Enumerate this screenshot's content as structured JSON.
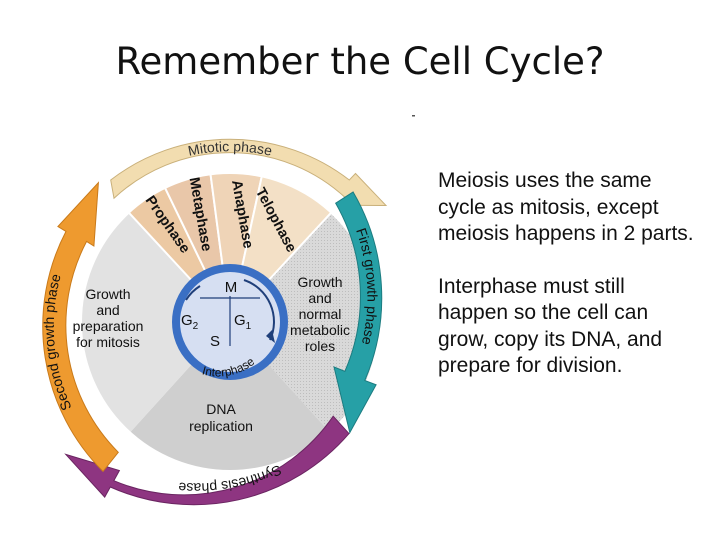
{
  "slide": {
    "title": "Remember the Cell Cycle?",
    "bullets": [
      "Meiosis uses the same cycle as mitosis, except meiosis happens in 2 parts.",
      "Interphase must still happen so the cell can grow, copy its DNA, and prepare for division."
    ]
  },
  "diagram": {
    "arcs": {
      "mitotic": "Mitotic phase",
      "first": "First growth phase",
      "synthesis": "Synthesis phase",
      "second": "Second growth phase"
    },
    "mitosis_phases": {
      "prophase": "Prophase",
      "metaphase": "Metaphase",
      "anaphase": "Anaphase",
      "telophase": "Telophase"
    },
    "sectors": {
      "g1": [
        "Growth",
        "and",
        "normal",
        "metabolic",
        "roles"
      ],
      "g2": [
        "Growth",
        "and",
        "preparation",
        "for mitosis"
      ],
      "s": [
        "DNA",
        "replication"
      ]
    },
    "center": {
      "m": "M",
      "g2": "G",
      "g2_sub": "2",
      "g1": "G",
      "g1_sub": "1",
      "s": "S",
      "interphase": "Interphase"
    },
    "colors": {
      "mitotic_arrow": "#f2ddb0",
      "first_arrow": "#26a0a6",
      "synthesis_arrow": "#8e3581",
      "second_arrow": "#ee9a2f",
      "center_ring": "#3a6fc4",
      "center_fill": "#d6dff2"
    }
  }
}
